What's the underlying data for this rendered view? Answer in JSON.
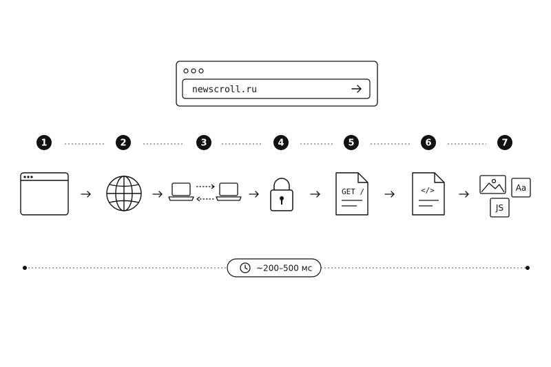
{
  "browser": {
    "url": "newscroll.ru",
    "window_dots": 3
  },
  "steps": [
    {
      "number": "1",
      "icon": "browser-window-icon"
    },
    {
      "number": "2",
      "icon": "globe-icon"
    },
    {
      "number": "3",
      "icon": "laptops-exchange-icon"
    },
    {
      "number": "4",
      "icon": "padlock-icon"
    },
    {
      "number": "5",
      "icon": "request-document-icon",
      "label": "GET /"
    },
    {
      "number": "6",
      "icon": "code-document-icon",
      "label": "</>"
    },
    {
      "number": "7",
      "icon": "resources-icon",
      "labels": {
        "font": "Aa",
        "script": "JS"
      }
    }
  ],
  "timeline": {
    "label": "~200–500 мс",
    "icon": "clock-icon"
  },
  "colors": {
    "ink": "#111111",
    "background": "#ffffff",
    "dots": "#777777"
  }
}
